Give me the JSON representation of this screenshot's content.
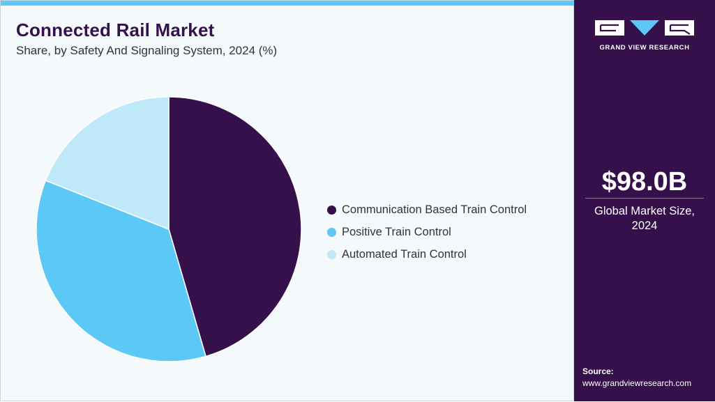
{
  "header": {
    "title": "Connected Rail Market",
    "subtitle": "Share, by Safety And Signaling System, 2024 (%)"
  },
  "chart_data": {
    "type": "pie",
    "categories": [
      "Communication Based Train Control",
      "Positive Train Control",
      "Automated Train Control"
    ],
    "values": [
      45.5,
      35.5,
      19.0
    ],
    "colors": [
      "#35104a",
      "#5bc8f5",
      "#bfe8f9"
    ],
    "legend_position": "right"
  },
  "sidebar": {
    "logo_text": "GRAND VIEW RESEARCH",
    "market_size": "$98.0B",
    "market_label_line1": "Global Market Size,",
    "market_label_line2": "2024",
    "source_label": "Source:",
    "source_url": "www.grandviewresearch.com"
  },
  "colors": {
    "brand": "#35104a",
    "accent": "#5bc8f5"
  }
}
